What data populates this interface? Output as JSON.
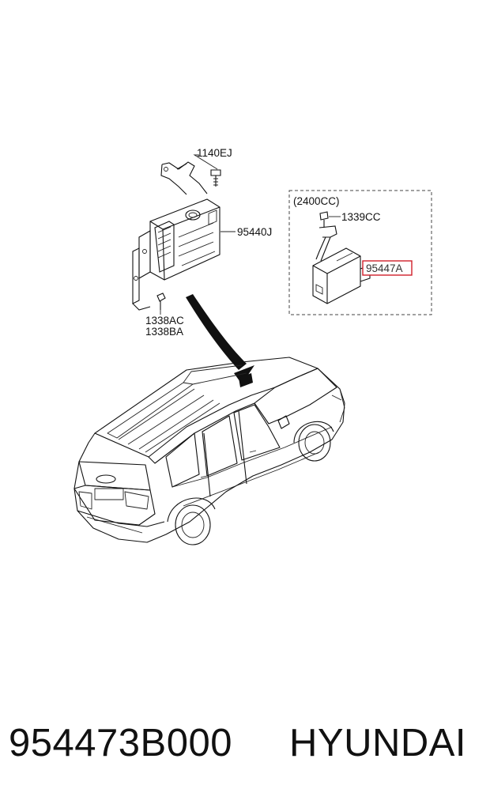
{
  "labels": {
    "bolt": "1140EJ",
    "ecu": "95440J",
    "nut": "1338AC",
    "nut_alt": "1338BA",
    "variant": "(2400CC)",
    "screw": "1339CC",
    "module": "95447A"
  },
  "footer": {
    "part_number": "954473B000",
    "brand": "HYUNDAI"
  },
  "colors": {
    "highlight": "#d0202a",
    "ink": "#111111"
  }
}
